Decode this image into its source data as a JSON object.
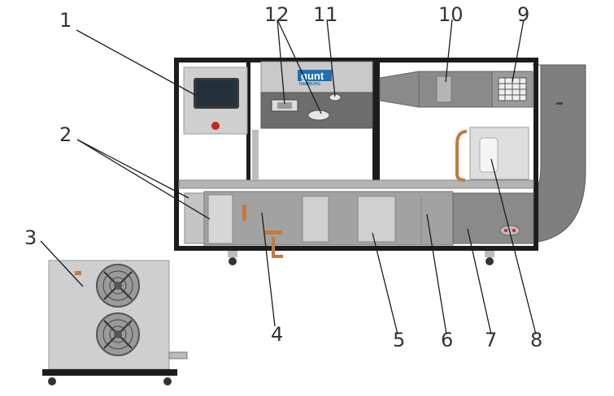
{
  "colors": {
    "frame": "#1c1c1c",
    "panel_light": "#c9c9c9",
    "duct_gray": "#8a8a8a",
    "module_gray": "#a2a2a2",
    "panel_dark": "#6d6d6d",
    "copper": "#c47a3a",
    "warning_red": "#cc2222",
    "logo_blue": "#1f6fb5"
  },
  "logo": {
    "brand": "gunt",
    "sub": "HAMBURG"
  },
  "callouts": [
    {
      "id": "1",
      "label": "1"
    },
    {
      "id": "2",
      "label": "2"
    },
    {
      "id": "3",
      "label": "3"
    },
    {
      "id": "4",
      "label": "4"
    },
    {
      "id": "5",
      "label": "5"
    },
    {
      "id": "6",
      "label": "6"
    },
    {
      "id": "7",
      "label": "7"
    },
    {
      "id": "8",
      "label": "8"
    },
    {
      "id": "9",
      "label": "9"
    },
    {
      "id": "10",
      "label": "10"
    },
    {
      "id": "11",
      "label": "11"
    },
    {
      "id": "12",
      "label": "12"
    }
  ]
}
